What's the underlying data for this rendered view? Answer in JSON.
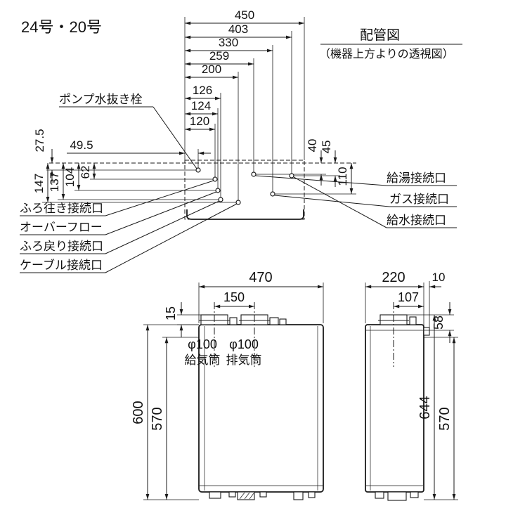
{
  "header": {
    "model_label": "24号・20号",
    "piping_title": "配管図",
    "piping_subtitle": "（機器上方よりの透視図）"
  },
  "top_view": {
    "dims": {
      "w450": "450",
      "w403": "403",
      "w330": "330",
      "w259": "259",
      "w200": "200",
      "w126": "126",
      "w124": "124",
      "w120": "120",
      "w49_5": "49.5",
      "h27_5": "27.5",
      "h62": "62",
      "h104": "104",
      "h137": "137",
      "h147": "147",
      "h40": "40",
      "h45": "45",
      "h110": "110"
    },
    "labels": {
      "pump_drain": "ポンプ水抜き栓",
      "hot_water": "給湯接続口",
      "gas": "ガス接続口",
      "cold_water": "給水接続口",
      "bath_out": "ふろ往き接続口",
      "overflow": "オーバーフロー",
      "bath_return": "ふろ戻り接続口",
      "cable": "ケーブル接続口"
    }
  },
  "front_view": {
    "dims": {
      "w470": "470",
      "w150": "150",
      "h15": "15",
      "h600": "600",
      "h570": "570"
    },
    "labels": {
      "intake_dia": "φ100",
      "exhaust_dia": "φ100",
      "intake": "給気筒",
      "exhaust": "排気筒"
    }
  },
  "side_view": {
    "dims": {
      "w220": "220",
      "w10": "10",
      "w107": "107",
      "h58": "58",
      "h644": "644",
      "h570": "570"
    }
  }
}
